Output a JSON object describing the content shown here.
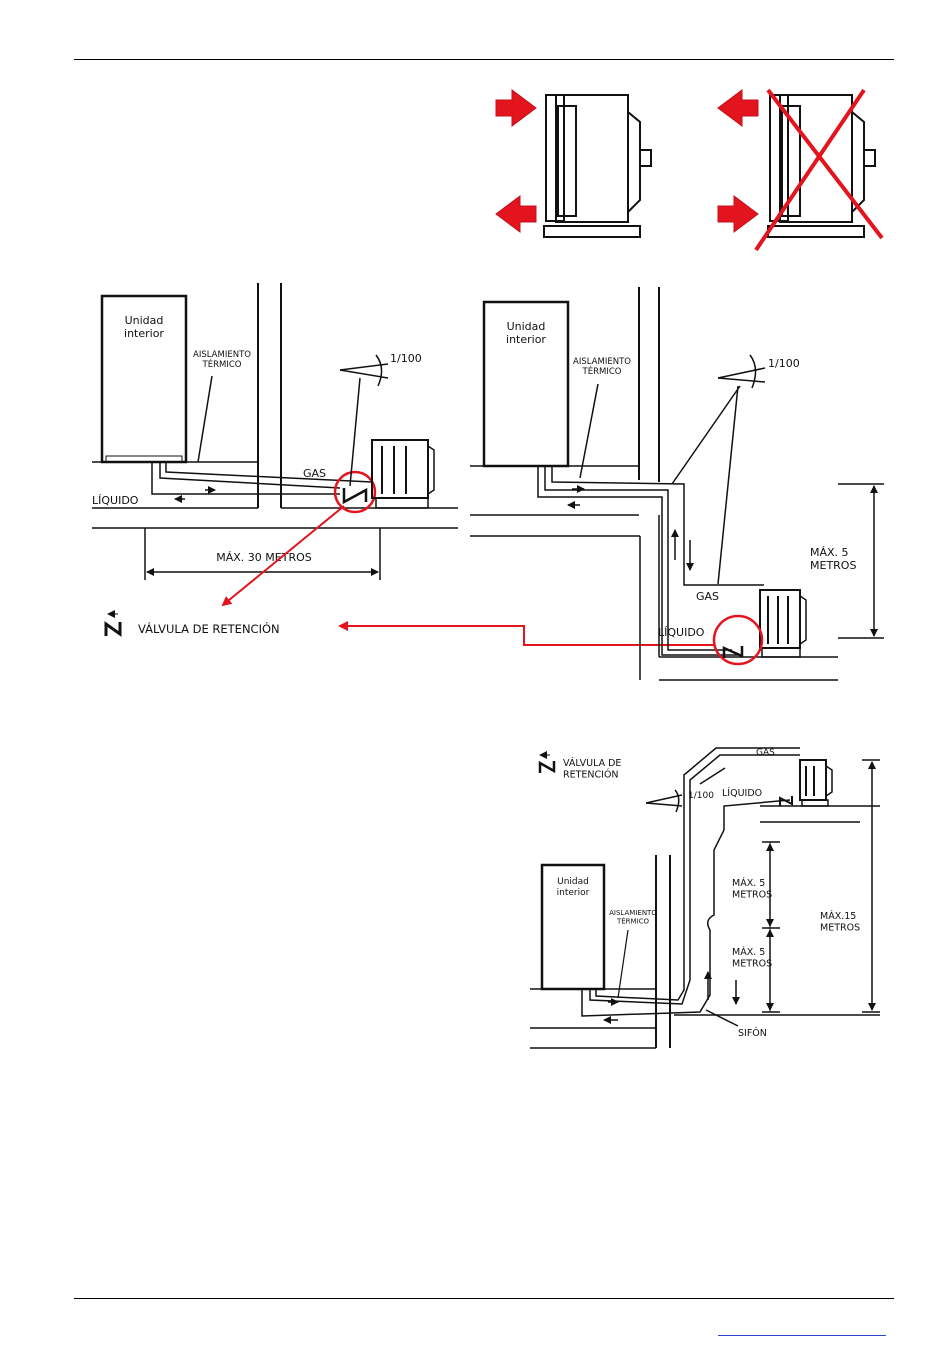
{
  "colors": {
    "arrow": "#e3141e",
    "line": "#111111",
    "link": "#3344cc"
  },
  "diagram1": {
    "indoor_unit": "Unidad\ninterior",
    "insulation": "AISLAMIENTO\nTÉRMICO",
    "slope": "1/100",
    "gas": "GAS",
    "liquid": "LÍQUIDO",
    "max_length": "MÁX. 30 METROS",
    "check_valve": "VÁLVULA DE RETENCIÓN"
  },
  "diagram2": {
    "indoor_unit": "Unidad\ninterior",
    "insulation": "AISLAMIENTO\nTÉRMICO",
    "slope": "1/100",
    "gas": "GAS",
    "liquid": "LÍQUIDO",
    "max_height": "MÁX. 5\nMETROS"
  },
  "diagram3": {
    "check_valve": "VÁLVULA DE\nRETENCIÓN",
    "gas": "GAS",
    "slope": "1/100",
    "liquid": "LÍQUIDO",
    "indoor_unit": "Unidad\ninterior",
    "insulation": "AISLAMIENTO\nTÉRMICO",
    "max5_upper": "MÁX. 5\nMETROS",
    "max5_lower": "MÁX. 5\nMETROS",
    "max15": "MÁX.15\nMETROS",
    "trap": "SIFÓN"
  }
}
